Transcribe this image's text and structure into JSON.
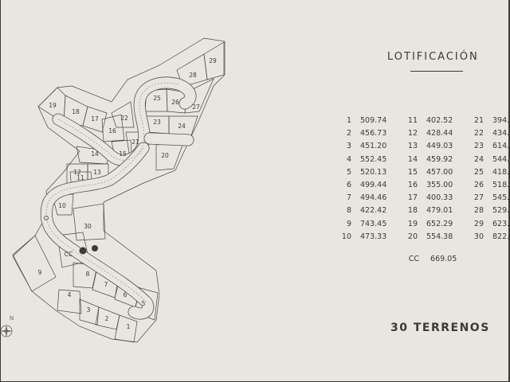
{
  "header": {
    "title": "LOTIFICACIÓN"
  },
  "compass": {
    "label": "N",
    "icon": "compass-rose-icon"
  },
  "lots": [
    {
      "number": "1",
      "area": "509.74"
    },
    {
      "number": "2",
      "area": "456.73"
    },
    {
      "number": "3",
      "area": "451.20"
    },
    {
      "number": "4",
      "area": "552.45"
    },
    {
      "number": "5",
      "area": "520.13"
    },
    {
      "number": "6",
      "area": "499.44"
    },
    {
      "number": "7",
      "area": "494.46"
    },
    {
      "number": "8",
      "area": "422.42"
    },
    {
      "number": "9",
      "area": "743.45"
    },
    {
      "number": "10",
      "area": "473.33"
    },
    {
      "number": "11",
      "area": "402.52"
    },
    {
      "number": "12",
      "area": "428.44"
    },
    {
      "number": "13",
      "area": "449.03"
    },
    {
      "number": "14",
      "area": "459.92"
    },
    {
      "number": "15",
      "area": "457.00"
    },
    {
      "number": "16",
      "area": "355.00"
    },
    {
      "number": "17",
      "area": "400.33"
    },
    {
      "number": "18",
      "area": "479.01"
    },
    {
      "number": "19",
      "area": "652.29"
    },
    {
      "number": "20",
      "area": "554.38"
    },
    {
      "number": "21",
      "area": "394."
    },
    {
      "number": "22",
      "area": "434."
    },
    {
      "number": "23",
      "area": "614."
    },
    {
      "number": "24",
      "area": "544."
    },
    {
      "number": "25",
      "area": "418."
    },
    {
      "number": "26",
      "area": "518."
    },
    {
      "number": "27",
      "area": "545."
    },
    {
      "number": "28",
      "area": "529."
    },
    {
      "number": "29",
      "area": "623."
    },
    {
      "number": "30",
      "area": "822."
    }
  ],
  "common_area": {
    "number": "CC",
    "area": "669.05"
  },
  "summary": {
    "total_label": "30 TERRENOS"
  },
  "colors": {
    "background": "#e9e5e0",
    "ink": "#3d3a36",
    "road": "#55514c"
  }
}
